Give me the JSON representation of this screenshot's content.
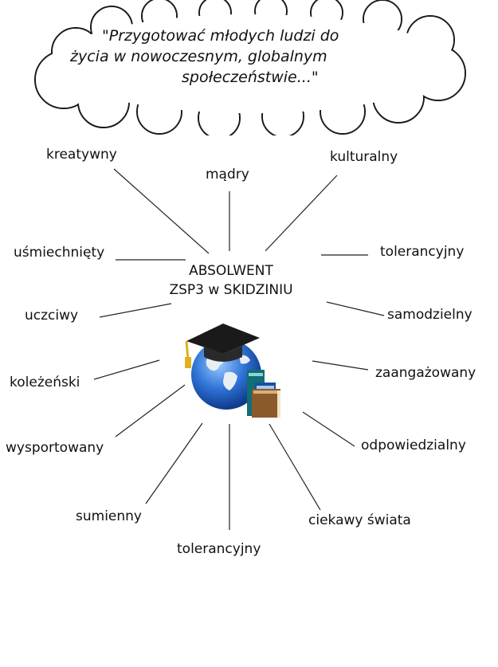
{
  "quote": {
    "line1": "\"Przygotować młodych ludzi do",
    "line2": "życia w nowoczesnym, globalnym",
    "line3": "społeczeństwie...\""
  },
  "center": {
    "line1": "ABSOLWENT",
    "line2": "ZSP3 w SKIDZINIU"
  },
  "traits": {
    "kreatywny": "kreatywny",
    "madry": "mądry",
    "kulturalny": "kulturalny",
    "usmiechniety": "uśmiechnięty",
    "tolerancyjny_right": "tolerancyjny",
    "uczciwy": "uczciwy",
    "samodzielny": "samodzielny",
    "kolezenski": "koleżeński",
    "zaangazowany": "zaangażowany",
    "wysportowany": "wysportowany",
    "odpowiedzialny": "odpowiedzialny",
    "sumienny": "sumienny",
    "ciekawy_swiata": "ciekawy świata",
    "tolerancyjny_bottom": "tolerancyjny"
  },
  "icons": {
    "cloud": "thought-cloud-icon",
    "emblem": "graduation-globe-books-icon"
  },
  "colors": {
    "text": "#111111",
    "line": "#222222",
    "globe": "#1f5fbf",
    "cap": "#1a1a1a",
    "tassel": "#e0b020"
  }
}
